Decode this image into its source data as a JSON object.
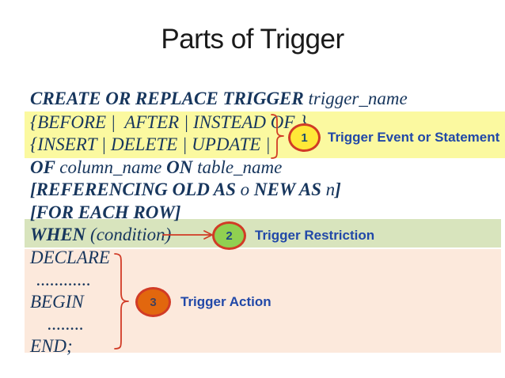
{
  "slide": {
    "title": "Parts of Trigger"
  },
  "colors": {
    "title_black": "#1a1a1a",
    "code_text": "#17365d",
    "label_blue": "#2148a8",
    "red_accent": "#d13b26",
    "highlight_yellow": "#fbf9a0",
    "highlight_green": "#d8e4bd",
    "highlight_peach": "#fce9dc"
  },
  "code": {
    "lines": [
      {
        "segments": [
          {
            "text": "CREATE OR REPLACE TRIGGER ",
            "bold": true
          },
          {
            "text": "trigger_name",
            "bold": false
          }
        ]
      },
      {
        "segments": [
          {
            "text": "{BEFORE |  AFTER | INSTEAD OF }",
            "bold": false
          }
        ]
      },
      {
        "segments": [
          {
            "text": "{INSERT | DELETE | UPDATE |",
            "bold": false
          }
        ]
      },
      {
        "segments": [
          {
            "text": "OF ",
            "bold": true
          },
          {
            "text": "column_name ",
            "bold": false
          },
          {
            "text": "ON ",
            "bold": true
          },
          {
            "text": "table_name",
            "bold": false
          }
        ]
      },
      {
        "segments": [
          {
            "text": "[REFERENCING OLD AS ",
            "bold": true
          },
          {
            "text": "o",
            "bold": false
          },
          {
            "text": " NEW AS ",
            "bold": true
          },
          {
            "text": "n",
            "bold": false
          },
          {
            "text": "]",
            "bold": true
          }
        ]
      },
      {
        "segments": [
          {
            "text": "[FOR EACH ROW]",
            "bold": true
          }
        ]
      },
      {
        "segments": [
          {
            "text": "WHEN ",
            "bold": true
          },
          {
            "text": "(condition)",
            "bold": false
          }
        ]
      },
      {
        "segments": [
          {
            "text": "DECLARE",
            "bold": false
          }
        ]
      },
      {
        "segments": [
          {
            "text": "............",
            "bold": false
          }
        ]
      },
      {
        "segments": [
          {
            "text": "BEGIN",
            "bold": false
          }
        ]
      },
      {
        "segments": [
          {
            "text": "........",
            "bold": false
          }
        ]
      },
      {
        "segments": [
          {
            "text": "END;",
            "bold": false
          }
        ]
      }
    ]
  },
  "annotations": [
    {
      "number": "1",
      "label": "Trigger Event or Statement",
      "badge_color": "#ffe838",
      "digit_color": "#1f4e6e",
      "connector": "brace"
    },
    {
      "number": "2",
      "label": "Trigger Restriction",
      "badge_color": "#90d051",
      "digit_color": "#1c4587",
      "connector": "arrow"
    },
    {
      "number": "3",
      "label": "Trigger Action",
      "badge_color": "#e2670e",
      "digit_color": "#44425c",
      "connector": "brace"
    }
  ]
}
